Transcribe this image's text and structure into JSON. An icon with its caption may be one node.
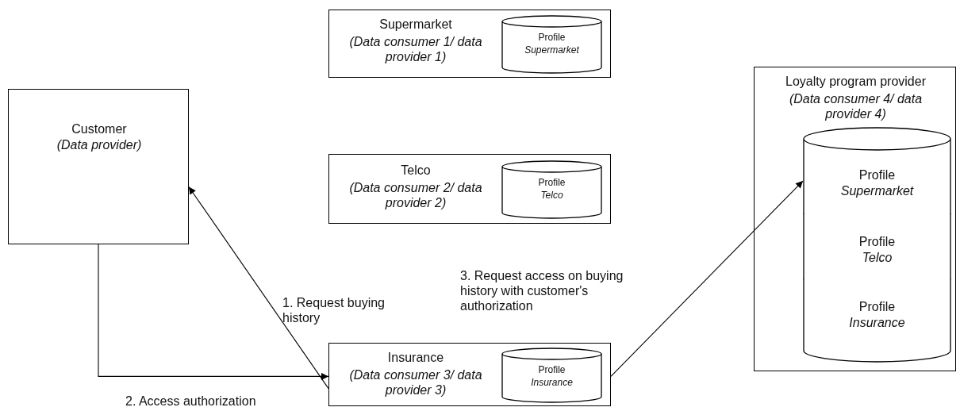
{
  "diagram": {
    "nodes": [
      {
        "text": [
          "Supermarket",
          "(Data consumer 1/ data provider 1)"
        ]
      },
      {
        "text": [
          "Profile",
          "Supermarket"
        ],
        "in": 0
      },
      {
        "text": [
          "Loyalty program provider",
          "(Data consumer 4/ data provider 4)"
        ]
      },
      {
        "text": [
          "Profile",
          "Supermarket"
        ],
        "in": 2
      },
      {
        "text": [
          "Profile",
          "Telco"
        ],
        "in": 2
      },
      {
        "text": [
          "Profile",
          "Insurance"
        ],
        "in": 2
      },
      {
        "text": [
          "Customer",
          "(Data provider)"
        ]
      },
      {
        "text": [
          "Telco",
          "(Data consumer 2/ data provider 2)"
        ]
      },
      {
        "text": [
          "Profile",
          "Telco"
        ],
        "in": 7
      },
      {
        "text": [
          "Insurance",
          "(Data consumer 3/ data provider 3)"
        ]
      },
      {
        "text": [
          "Profile",
          "Insurance"
        ],
        "in": 9
      }
    ],
    "edges": [
      {
        "from": 9,
        "to": 6,
        "arrow": "to",
        "label": "1. Request buying history"
      },
      {
        "from": 6,
        "to": 9,
        "arrow": "to",
        "label": "2. Access authorization"
      },
      {
        "from": 9,
        "to": 3,
        "arrow": "to",
        "label": "3. Request access on buying history with customer's authorization"
      }
    ]
  }
}
